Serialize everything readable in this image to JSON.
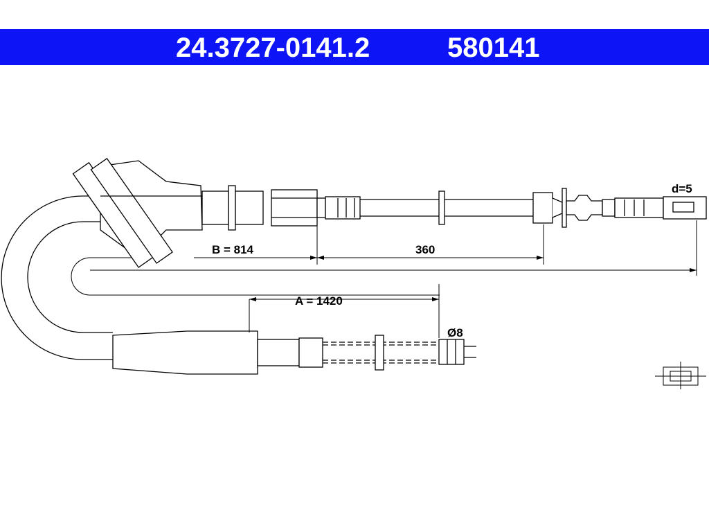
{
  "header": {
    "part_number": "24.3727-0141.2",
    "reference_number": "580141",
    "background_color": "#0d14f5",
    "text_color": "#ffffff"
  },
  "drawing": {
    "dimensions": {
      "b_label": "B = 814",
      "mid_label": "360",
      "a_label": "A = 1420",
      "end_diameter_label": "d=5",
      "sleeve_diameter_label": "Ø8"
    },
    "line_color": "#000000"
  }
}
